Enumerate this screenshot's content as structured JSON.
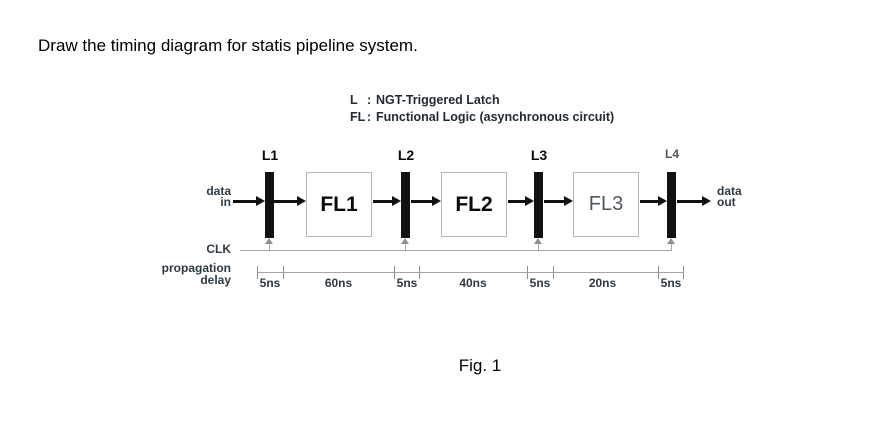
{
  "page": {
    "title": "Draw the timing diagram for statis pipeline system.",
    "caption": "Fig. 1"
  },
  "legend": {
    "items": [
      {
        "abbr": "L",
        "sep": ":",
        "text": "NGT-Triggered Latch"
      },
      {
        "abbr": "FL",
        "sep": ":",
        "text": "Functional Logic (asynchronous circuit)"
      }
    ]
  },
  "pipeline": {
    "input_label": "data\nin",
    "output_label": "data\nout",
    "clk_label": "CLK",
    "delay_row_label": "propagation\ndelay",
    "latches": [
      {
        "label": "L1"
      },
      {
        "label": "L2"
      },
      {
        "label": "L3"
      },
      {
        "label": "L4"
      }
    ],
    "blocks": [
      {
        "label": "FL1"
      },
      {
        "label": "FL2"
      },
      {
        "label": "FL3"
      }
    ],
    "delays": [
      {
        "label": "5ns"
      },
      {
        "label": "60ns"
      },
      {
        "label": "5ns"
      },
      {
        "label": "40ns"
      },
      {
        "label": "5ns"
      },
      {
        "label": "20ns"
      },
      {
        "label": "5ns"
      }
    ]
  },
  "colors": {
    "latch": "#111111",
    "box_border": "#b6b6b6",
    "line": "#a6a6a6",
    "diagram_text": "#2d3a44",
    "muted_text": "#4d5761",
    "ink": "#000000"
  }
}
